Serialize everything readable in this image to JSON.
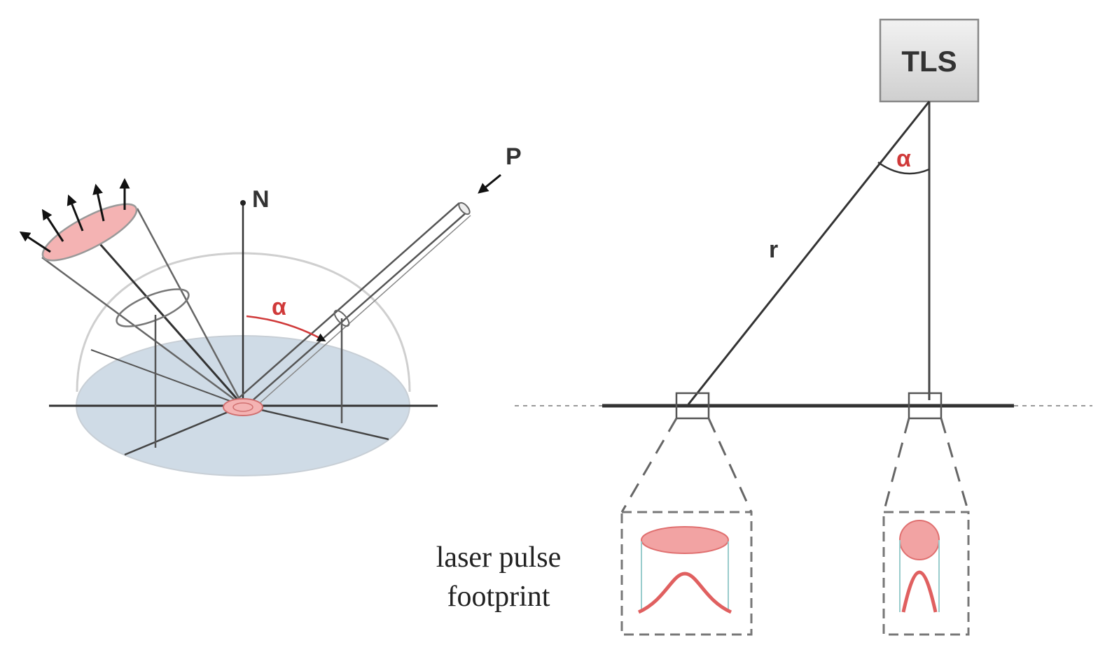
{
  "labels": {
    "normal": "N",
    "incident": "P",
    "angle_left": "α",
    "angle_right": "α",
    "range": "r",
    "scanner": "TLS",
    "footprint_line1": "laser pulse",
    "footprint_line2": "footprint"
  },
  "colors": {
    "line": "#333333",
    "angle_label": "#d03a3a",
    "footprint_fill": "#f2a3a3",
    "footprint_stroke": "#e06060",
    "dome_fill": "#cfdbe6",
    "dome_outline": "#c8c8c8",
    "box_fill": "#dcdcdc"
  }
}
